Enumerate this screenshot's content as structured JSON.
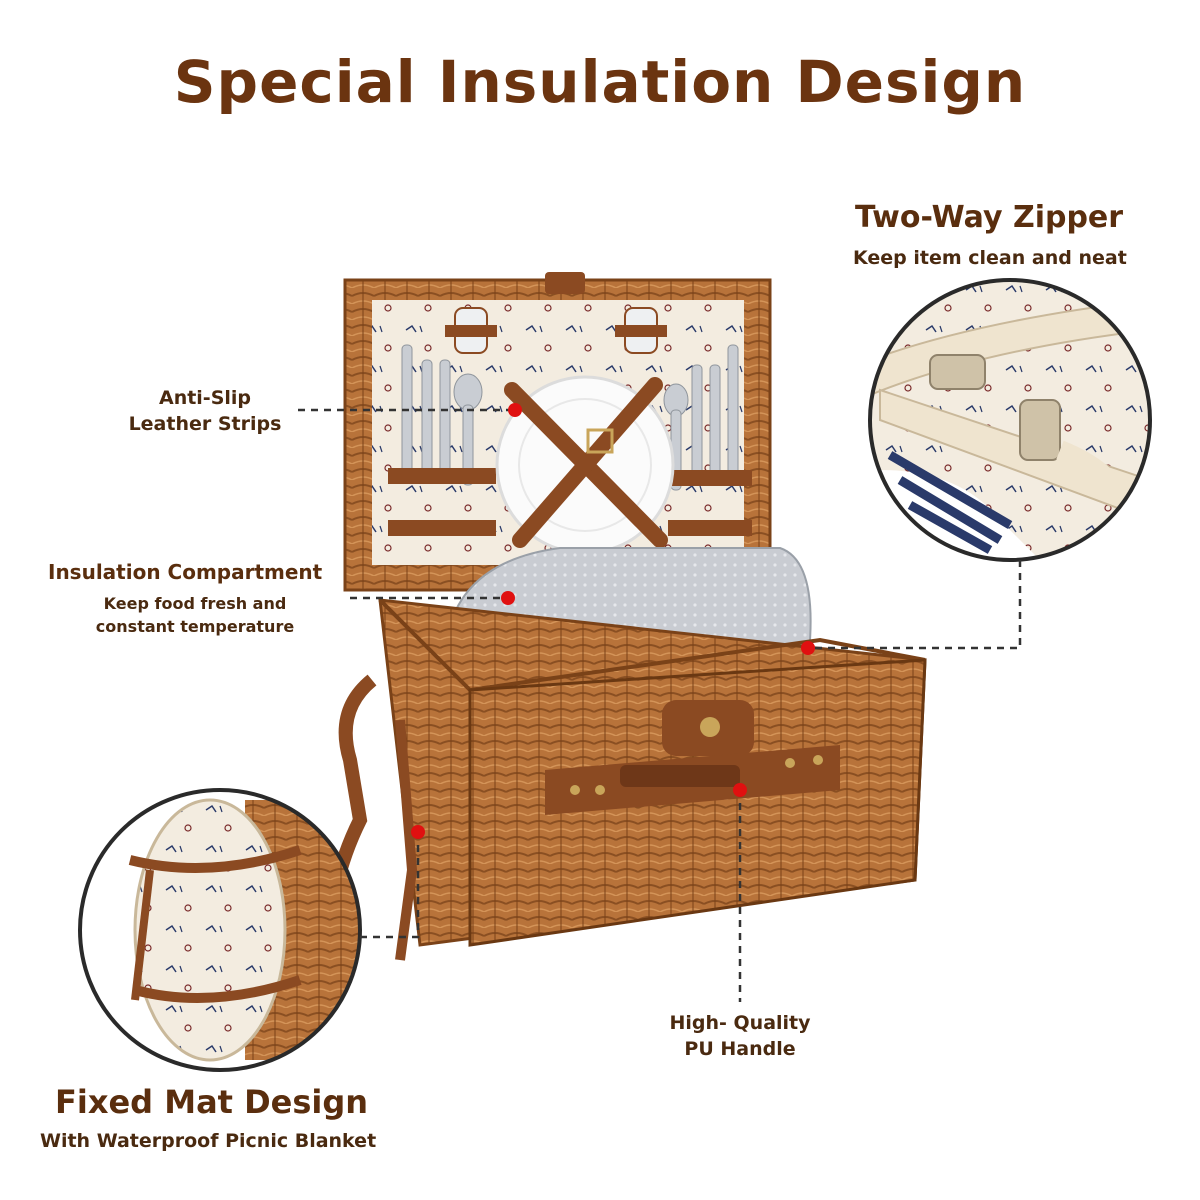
{
  "title": "Special Insulation Design",
  "features": {
    "zipper": {
      "heading": "Two-Way Zipper",
      "sub": "Keep item clean and neat"
    },
    "leather": {
      "line1": "Anti-Slip",
      "line2": "Leather Strips"
    },
    "insulation": {
      "heading": "Insulation Compartment",
      "sub1": "Keep food fresh and",
      "sub2": "constant temperature"
    },
    "handle": {
      "line1": "High- Quality",
      "line2": "PU Handle"
    },
    "mat": {
      "heading": "Fixed Mat Design",
      "sub": "With Waterproof Picnic Blanket"
    }
  },
  "colors": {
    "title": "#6b3410",
    "wicker": "#b8733a",
    "wicker_dark": "#8a4f22",
    "leather": "#8b4a22",
    "marker": "#e01010"
  }
}
